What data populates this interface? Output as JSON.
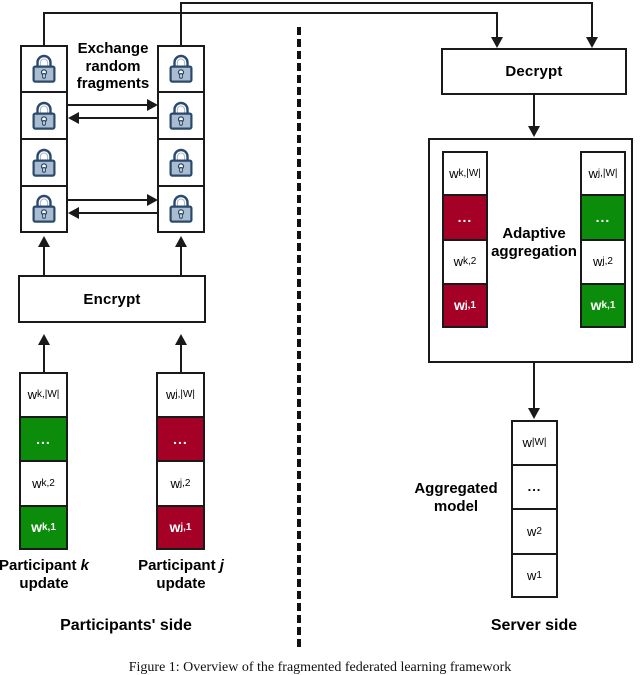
{
  "figure": {
    "caption": "Figure 1:  Overview of the fragmented federated learning framework"
  },
  "colors": {
    "green": "#0b8c0b",
    "red": "#a50026",
    "lock_fill": "#aabdd0",
    "lock_stroke": "#2b4a6b",
    "line": "#1a1a1a"
  },
  "labels": {
    "exchange_random_fragments": "Exchange random fragments",
    "exchange_line1": "Exchange",
    "exchange_line2": "random",
    "exchange_line3": "fragments",
    "encrypt": "Encrypt",
    "decrypt": "Decrypt",
    "adaptive_line1": "Adaptive",
    "adaptive_line2": "aggregation",
    "aggregated_line1": "Aggregated",
    "aggregated_line2": "model",
    "participant_k_line1": "Participant k",
    "participant_k_line2": "update",
    "participant_j_line1": "Participant j",
    "participant_j_line2": "update",
    "participants_side": "Participants' side",
    "server_side": "Server side"
  },
  "icons": {
    "lock": "padlock-icon"
  },
  "lock_stacks": {
    "left": {
      "name": "participant-k-encrypted-fragments",
      "count": 4
    },
    "right": {
      "name": "participant-j-encrypted-fragments",
      "count": 4
    }
  },
  "stacks": {
    "participant_k_update": {
      "cells": [
        {
          "text": "w",
          "sub": "k,|W|",
          "color": "white",
          "bold": false
        },
        {
          "text": "...",
          "color": "green",
          "bold": true
        },
        {
          "text": "w",
          "sub": "k,2",
          "color": "white",
          "bold": false
        },
        {
          "text": "w",
          "sub": "k,1",
          "color": "green",
          "bold": true
        }
      ]
    },
    "participant_j_update": {
      "cells": [
        {
          "text": "w",
          "sub": "j,|W|",
          "color": "white",
          "bold": false
        },
        {
          "text": "...",
          "color": "red",
          "bold": true
        },
        {
          "text": "w",
          "sub": "j,2",
          "color": "white",
          "bold": false
        },
        {
          "text": "w",
          "sub": "j,1",
          "color": "red",
          "bold": true
        }
      ]
    },
    "aggregation_left": {
      "cells": [
        {
          "text": "w",
          "sub": "k,|W|",
          "color": "white",
          "bold": false
        },
        {
          "text": "...",
          "color": "red",
          "bold": true
        },
        {
          "text": "w",
          "sub": "k,2",
          "color": "white",
          "bold": false
        },
        {
          "text": "w",
          "sub": "j,1",
          "color": "red",
          "bold": true
        }
      ]
    },
    "aggregation_right": {
      "cells": [
        {
          "text": "w",
          "sub": "j,|W|",
          "color": "white",
          "bold": false
        },
        {
          "text": "...",
          "color": "green",
          "bold": true
        },
        {
          "text": "w",
          "sub": "j,2",
          "color": "white",
          "bold": false
        },
        {
          "text": "w",
          "sub": "k,1",
          "color": "green",
          "bold": true
        }
      ]
    },
    "aggregated_model": {
      "cells": [
        {
          "text": "w",
          "sub": "|W|",
          "color": "white",
          "bold": false
        },
        {
          "text": "...",
          "color": "white",
          "bold": false
        },
        {
          "text": "w",
          "sub": "2",
          "color": "white",
          "bold": false
        },
        {
          "text": "w",
          "sub": "1",
          "color": "white",
          "bold": false
        }
      ]
    }
  }
}
